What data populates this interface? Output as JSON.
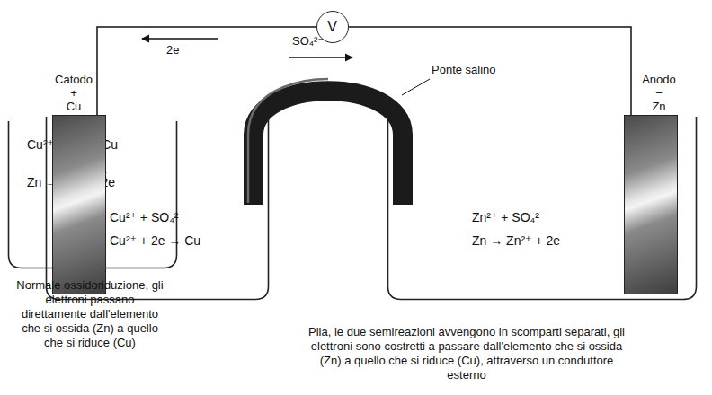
{
  "diagram": {
    "nodes": [
      {
        "text": [
          "Cu²⁺ + 2e → Cu",
          "Zn → Zn²⁺ + 2e"
        ]
      },
      {
        "text": [
          "V"
        ]
      },
      {
        "text": [
          "Cu²⁺ + SO₄²⁻",
          "Cu²⁺ + 2e → Cu"
        ]
      },
      {
        "text": [
          "Zn²⁺ + SO₄²⁻",
          "Zn → Zn²⁺ + 2e"
        ]
      },
      {
        "text": [
          "Catodo",
          "+",
          "Cu"
        ]
      },
      {
        "text": [
          "Anodo",
          "−",
          "Zn"
        ]
      }
    ],
    "edges": [
      {
        "from": 5,
        "to": 1,
        "arrow": "none"
      },
      {
        "from": 1,
        "to": 4,
        "arrow": "none",
        "label": "2e⁻"
      }
    ],
    "labels": [
      "SO₄²⁻",
      "Ponte salino",
      "Normale ossidoriduzione, gli elettroni passano direttamente dall'elemento che si ossida (Zn) a quello che si riduce (Cu)",
      "Pila, le due semireazioni avvengono in scomparti separati, gli elettroni sono costretti a passare dall'elemento che si ossida (Zn) a quello che si riduce (Cu), attraverso un conduttore esterno"
    ]
  }
}
